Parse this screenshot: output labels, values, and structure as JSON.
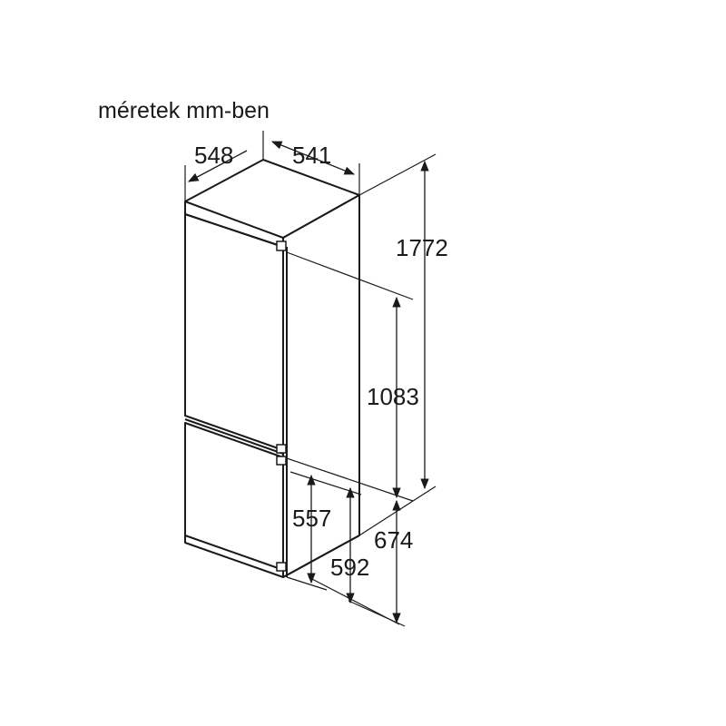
{
  "caption": "méretek mm-ben",
  "dimensions": {
    "depth_side": "548",
    "width_front": "541",
    "total_height": "1772",
    "upper_door_height": "1083",
    "lower_door_height": "557",
    "lower_section_height": "592",
    "door_open_depth": "674"
  },
  "colors": {
    "line": "#1a1a1a",
    "background": "#ffffff"
  }
}
